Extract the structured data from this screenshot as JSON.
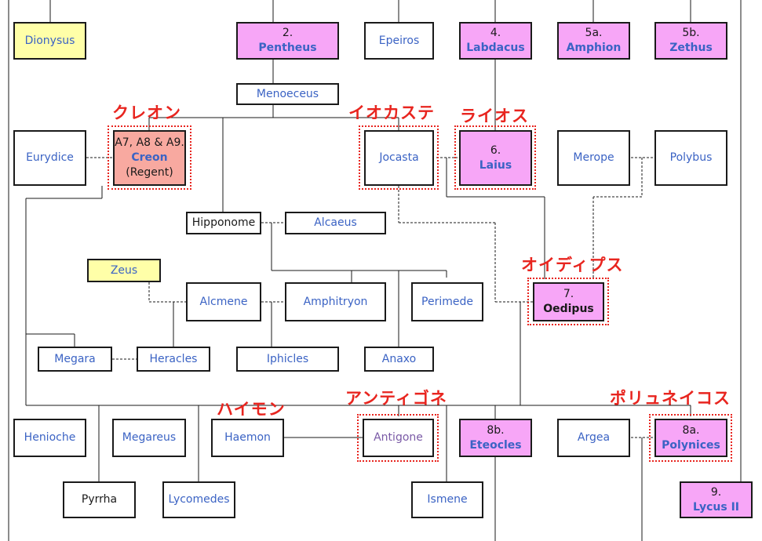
{
  "persons": {
    "dionysus": {
      "name": "Dionysus"
    },
    "pentheus": {
      "num": "2.",
      "name": "Pentheus"
    },
    "epeiros": {
      "name": "Epeiros"
    },
    "labdacus": {
      "num": "4.",
      "name": "Labdacus"
    },
    "amphion": {
      "num": "5a.",
      "name": "Amphion"
    },
    "zethus": {
      "num": "5b.",
      "name": "Zethus"
    },
    "menoeceus": {
      "name": "Menoeceus"
    },
    "eurydice": {
      "name": "Eurydice"
    },
    "creon": {
      "num": "A7, A8 & A9.",
      "name": "Creon",
      "sub": "(Regent)"
    },
    "jocasta": {
      "name": "Jocasta"
    },
    "laius": {
      "num": "6.",
      "name": "Laius"
    },
    "merope": {
      "name": "Merope"
    },
    "polybus": {
      "name": "Polybus"
    },
    "hipponome": {
      "name": "Hipponome"
    },
    "alcaeus": {
      "name": "Alcaeus"
    },
    "zeus": {
      "name": "Zeus"
    },
    "alcmene": {
      "name": "Alcmene"
    },
    "amphitryon": {
      "name": "Amphitryon"
    },
    "perimede": {
      "name": "Perimede"
    },
    "oedipus": {
      "num": "7.",
      "name": "Oedipus"
    },
    "megara": {
      "name": "Megara"
    },
    "heracles": {
      "name": "Heracles"
    },
    "iphicles": {
      "name": "Iphicles"
    },
    "anaxo": {
      "name": "Anaxo"
    },
    "henioche": {
      "name": "Henioche"
    },
    "megareus": {
      "name": "Megareus"
    },
    "haemon": {
      "name": "Haemon"
    },
    "antigone": {
      "name": "Antigone"
    },
    "eteocles": {
      "num": "8b.",
      "name": "Eteocles"
    },
    "argea": {
      "name": "Argea"
    },
    "polynices": {
      "num": "8a.",
      "name": "Polynices"
    },
    "pyrrha": {
      "name": "Pyrrha"
    },
    "lycomedes": {
      "name": "Lycomedes"
    },
    "ismene": {
      "name": "Ismene"
    },
    "lycus2": {
      "num": "9.",
      "name": "Lycus II"
    }
  },
  "annotations": {
    "creon": "クレオン",
    "jocasta": "イオカステ",
    "laius": "ライオス",
    "oedipus": "オイディプス",
    "haemon": "ハイモン",
    "antigone": "アンティゴネ",
    "polynices": "ポリュネイコス"
  },
  "colors": {
    "link": "#3b63c4",
    "king_box": "#f7a6f7",
    "god_box": "#ffffa8",
    "regent_box": "#f8a9a0",
    "highlight": "#e8251f",
    "line": "#1a1a1a"
  }
}
